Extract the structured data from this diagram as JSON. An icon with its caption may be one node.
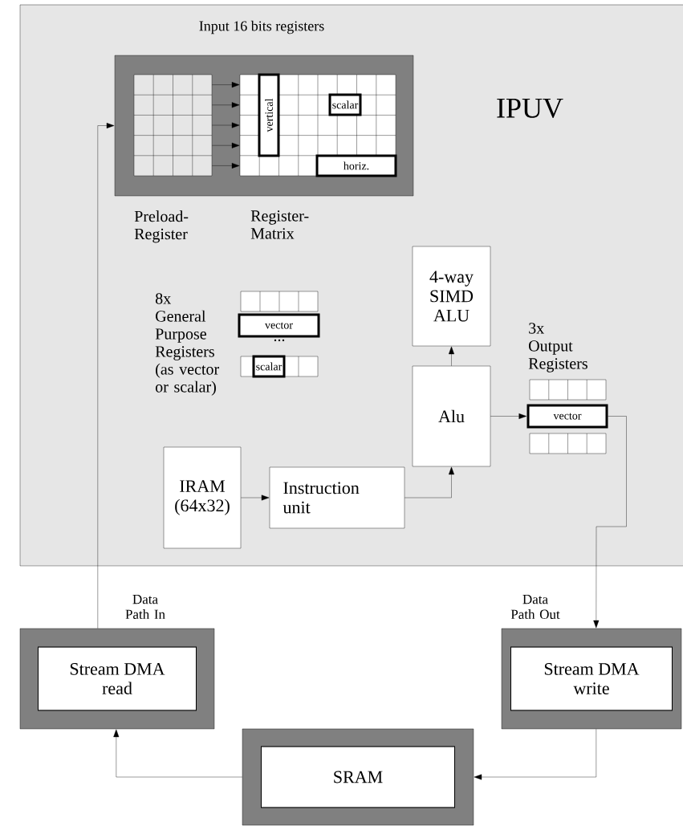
{
  "diagram": {
    "nodes": [
      {
        "text": [
          "IPUV"
        ]
      },
      {
        "text": [
          "Input 16 bits registers"
        ],
        "in": 0
      },
      {
        "text": [],
        "shape": "box",
        "in": 1,
        "beside": [
          "Preload- Register"
        ]
      },
      {
        "text": [],
        "shape": "box",
        "in": 1,
        "beside": [
          "Register- Matrix"
        ]
      },
      {
        "text": [
          "vertical"
        ],
        "in": 3
      },
      {
        "text": [
          "scalar"
        ],
        "in": 3
      },
      {
        "text": [
          "horiz."
        ],
        "in": 3
      },
      {
        "text": [
          "4-way SIMD ALU"
        ],
        "in": 0
      },
      {
        "text": [
          "Alu"
        ],
        "in": 0
      },
      {
        "text": [],
        "shape": "box",
        "in": 0
      },
      {
        "text": [
          "vector"
        ],
        "in": 0
      },
      {
        "text": [],
        "shape": "box",
        "in": 0
      },
      {
        "text": [
          "scalar"
        ],
        "in": 11
      },
      {
        "text": [],
        "shape": "box",
        "in": 0
      },
      {
        "text": [
          "vector"
        ],
        "in": 0
      },
      {
        "text": [],
        "shape": "box",
        "in": 0
      },
      {
        "text": [
          "IRAM (64x32)"
        ],
        "in": 0
      },
      {
        "text": [
          "Instruction unit"
        ],
        "in": 0
      },
      {
        "text": [
          "Stream DMA read"
        ]
      },
      {
        "text": [
          "Stream DMA write"
        ]
      },
      {
        "text": [
          "SRAM"
        ]
      }
    ],
    "edges": [
      {
        "from": 2,
        "to": 3,
        "arrow": "to"
      },
      {
        "from": 2,
        "to": 3,
        "arrow": "to"
      },
      {
        "from": 2,
        "to": 3,
        "arrow": "to"
      },
      {
        "from": 2,
        "to": 3,
        "arrow": "to"
      },
      {
        "from": 2,
        "to": 3,
        "arrow": "to"
      },
      {
        "from": 16,
        "to": 17,
        "arrow": "to"
      },
      {
        "from": 17,
        "to": 8,
        "arrow": "to"
      },
      {
        "from": 8,
        "to": 7,
        "arrow": "to"
      },
      {
        "from": 8,
        "to": 14,
        "arrow": "to"
      },
      {
        "from": 14,
        "to": 19,
        "arrow": "to",
        "label": "Data Path Out"
      },
      {
        "from": 19,
        "to": 20,
        "arrow": "to"
      },
      {
        "from": 20,
        "to": 18,
        "arrow": "to"
      },
      {
        "from": 18,
        "to": 1,
        "arrow": "to",
        "label": "Data Path In"
      }
    ],
    "labels": [
      "8x General Purpose Registers (as vector or scalar)",
      "...",
      "3x Output Registers"
    ]
  }
}
